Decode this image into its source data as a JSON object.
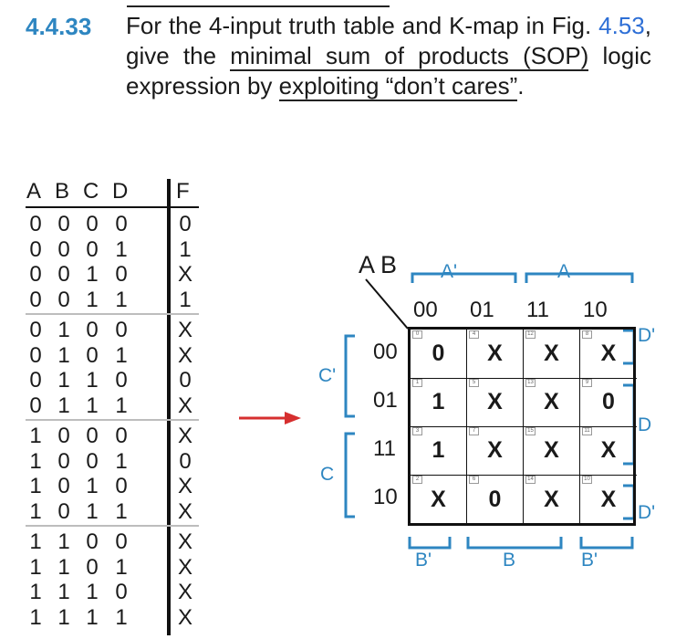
{
  "problem": {
    "number": "4.4.33",
    "text_part1": "For the 4-input truth table and K-map in Fig. ",
    "fig_ref": "4.53",
    "text_part2": ", give the ",
    "underline1": "minimal sum of products (SOP)",
    "text_part3": " logic expression by ",
    "underline2": "exploiting “don’t cares”",
    "text_part4": "."
  },
  "truth_table": {
    "headers": [
      "A",
      "B",
      "C",
      "D",
      "F"
    ],
    "rows": [
      [
        "0",
        "0",
        "0",
        "0",
        "0"
      ],
      [
        "0",
        "0",
        "0",
        "1",
        "1"
      ],
      [
        "0",
        "0",
        "1",
        "0",
        "X"
      ],
      [
        "0",
        "0",
        "1",
        "1",
        "1"
      ],
      [
        "0",
        "1",
        "0",
        "0",
        "X"
      ],
      [
        "0",
        "1",
        "0",
        "1",
        "X"
      ],
      [
        "0",
        "1",
        "1",
        "0",
        "0"
      ],
      [
        "0",
        "1",
        "1",
        "1",
        "X"
      ],
      [
        "1",
        "0",
        "0",
        "0",
        "X"
      ],
      [
        "1",
        "0",
        "0",
        "1",
        "0"
      ],
      [
        "1",
        "0",
        "1",
        "0",
        "X"
      ],
      [
        "1",
        "0",
        "1",
        "1",
        "X"
      ],
      [
        "1",
        "1",
        "0",
        "0",
        "X"
      ],
      [
        "1",
        "1",
        "0",
        "1",
        "X"
      ],
      [
        "1",
        "1",
        "1",
        "0",
        "X"
      ],
      [
        "1",
        "1",
        "1",
        "1",
        "X"
      ]
    ]
  },
  "kmap": {
    "corner_label": "A B",
    "col_headers": [
      "00",
      "01",
      "11",
      "10"
    ],
    "row_headers": [
      "00",
      "01",
      "11",
      "10"
    ],
    "col_groups": [
      "A'",
      "A"
    ],
    "row_groups": [
      "C'",
      "C"
    ],
    "right_groups": [
      "D'",
      "D",
      "D'"
    ],
    "bottom_groups": [
      "B'",
      "B",
      "B'"
    ],
    "cells": [
      [
        "0",
        "X",
        "X",
        "X"
      ],
      [
        "1",
        "X",
        "X",
        "0"
      ],
      [
        "1",
        "X",
        "X",
        "X"
      ],
      [
        "X",
        "0",
        "X",
        "X"
      ]
    ],
    "minterm_indices": [
      [
        "0",
        "4",
        "12",
        "8"
      ],
      [
        "1",
        "5",
        "13",
        "9"
      ],
      [
        "3",
        "7",
        "15",
        "11"
      ],
      [
        "2",
        "6",
        "14",
        "10"
      ]
    ]
  },
  "colors": {
    "accent_blue": "#2e86c1",
    "arrow_red": "#d62f2f"
  }
}
